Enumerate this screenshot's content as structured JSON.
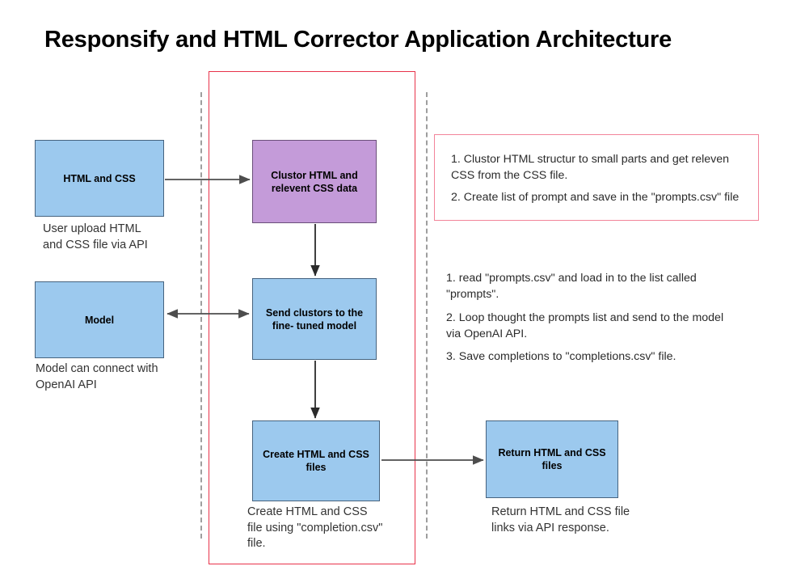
{
  "diagram": {
    "title": "Responsify and HTML Corrector Application Architecture",
    "nodes": {
      "html_css": {
        "label": "HTML and CSS",
        "caption": "User upload HTML\nand CSS file via API",
        "color": "#9CC9EE"
      },
      "cluster": {
        "label": "Clustor HTML and\nrelevent CSS data",
        "color": "#C49BD9"
      },
      "model": {
        "label": "Model",
        "caption": "Model can connect with\nOpenAI API",
        "color": "#9CC9EE"
      },
      "send_clusters": {
        "label": "Send clustors to the fine-\ntuned model",
        "color": "#9CC9EE"
      },
      "create_files": {
        "label": "Create HTML and CSS\nfiles",
        "caption": "Create HTML and CSS\nfile using \"completion.csv\"\nfile.",
        "color": "#9CC9EE"
      },
      "return_files": {
        "label": "Return HTML and CSS\nfiles",
        "caption": "Return HTML and CSS file\nlinks via API response.",
        "color": "#9CC9EE"
      }
    },
    "notes": {
      "clustering_note": {
        "border_color": "#f2849a",
        "items": [
          "1. Clustor HTML structur to small parts and get releven\nCSS from the CSS file.",
          "2. Create list of prompt and save in the \"prompts.csv\" file"
        ]
      },
      "model_note": {
        "items": [
          "1. read \"prompts.csv\" and load in to the list called\n\"prompts\".",
          "2. Loop thought the prompts list and send to the model\nvia OpenAI API.",
          "3. Save completions to \"completions.csv\" file."
        ]
      }
    },
    "frames": {
      "system_boundary_color": "#e8334a",
      "lane_divider_color": "#9e9e9e"
    }
  }
}
